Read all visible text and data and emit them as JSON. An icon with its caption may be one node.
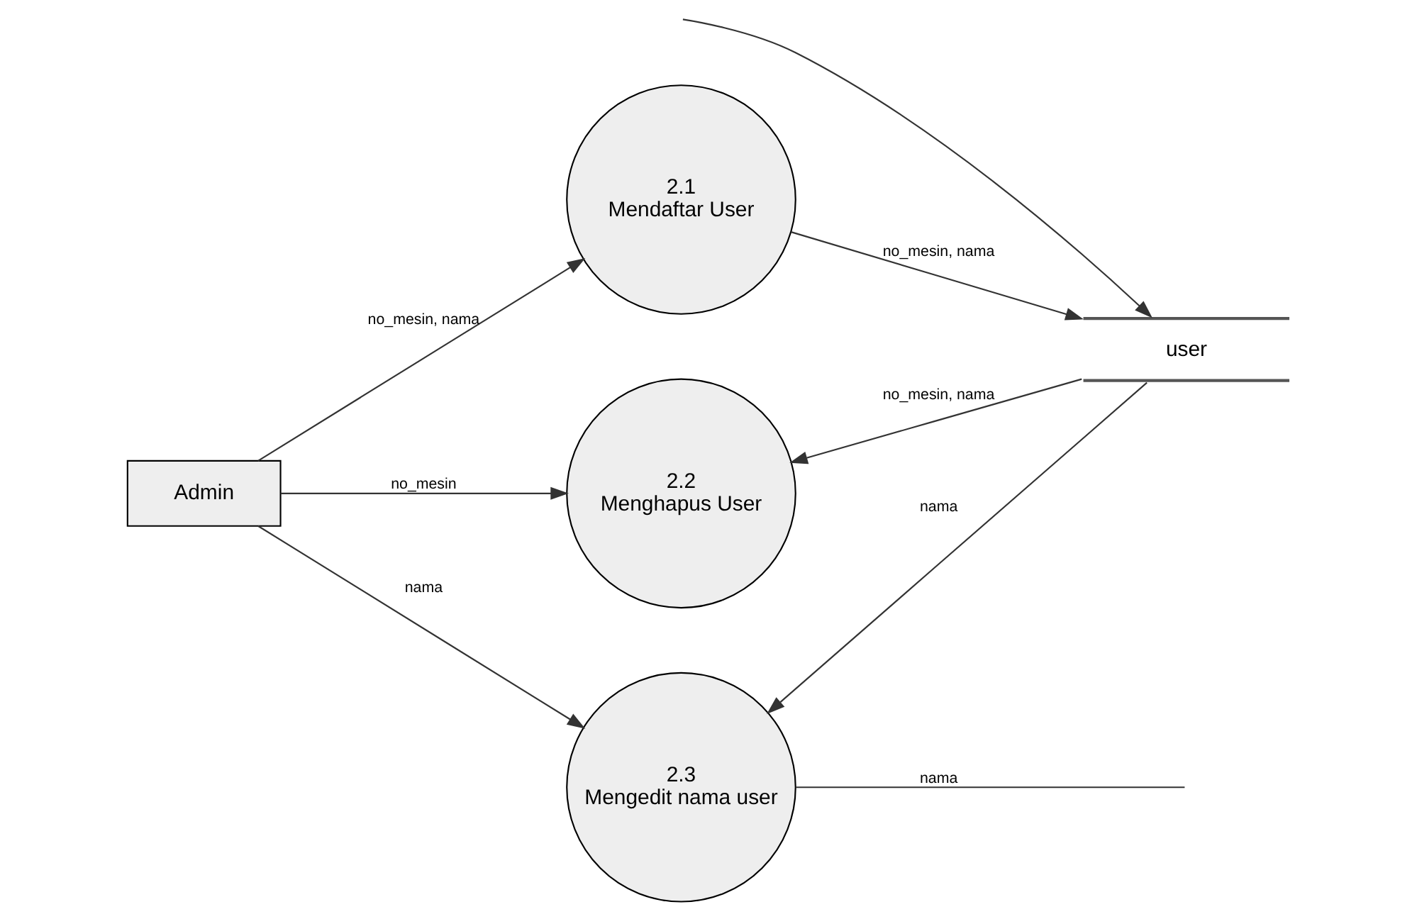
{
  "diagram": {
    "nodes": [
      {
        "text": [
          "2.1",
          "Mendaftar User"
        ]
      },
      {
        "text": [
          "Admin"
        ]
      },
      {
        "text": [
          "2.2",
          "Menghapus User"
        ]
      },
      {
        "text": [
          "user"
        ]
      },
      {
        "text": [
          "2.3",
          "Mengedit nama user"
        ]
      }
    ],
    "edges": [
      {
        "from": 1,
        "to": 0,
        "arrow": "to",
        "label": "no_mesin, nama"
      },
      {
        "from": 0,
        "to": 3,
        "arrow": "to",
        "label": "no_mesin, nama"
      },
      {
        "from": 1,
        "to": 2,
        "arrow": "to",
        "label": "no_mesin"
      },
      {
        "from": 3,
        "to": 2,
        "arrow": "to",
        "label": "no_mesin, nama"
      },
      {
        "from": null,
        "to": 3,
        "arrow": "to"
      },
      {
        "from": 1,
        "to": 4,
        "arrow": "to",
        "label": "nama"
      },
      {
        "from": 3,
        "to": 4,
        "arrow": "to",
        "label": "nama"
      },
      {
        "from": 4,
        "to": null,
        "arrow": "none",
        "label": "nama"
      }
    ]
  }
}
